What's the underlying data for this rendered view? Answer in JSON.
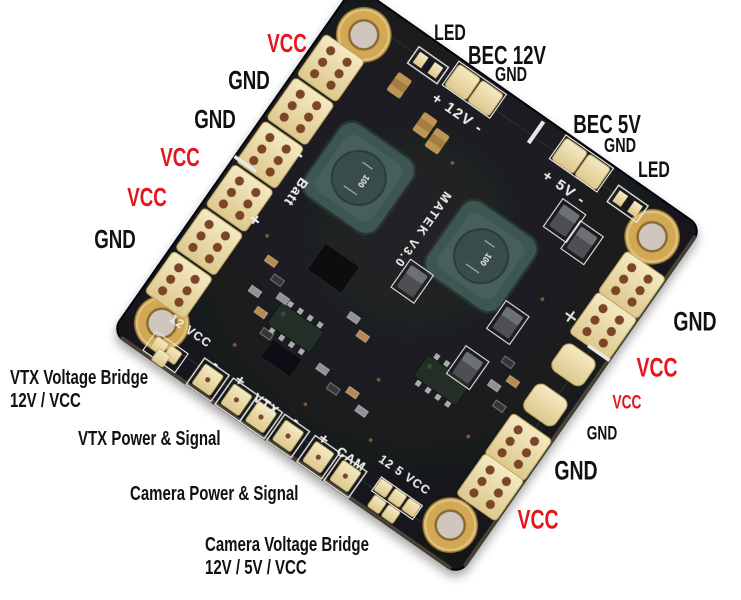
{
  "annotations": {
    "left": [
      {
        "text": "VCC"
      },
      {
        "text": "GND"
      },
      {
        "text": "GND"
      },
      {
        "text": "VCC"
      },
      {
        "text": "VCC"
      },
      {
        "text": "GND"
      }
    ],
    "top": [
      {
        "text": "LED"
      },
      {
        "text": "BEC 12V"
      },
      {
        "text": "GND"
      },
      {
        "text": "BEC 5V"
      },
      {
        "text": "GND"
      },
      {
        "text": "LED"
      }
    ],
    "right": [
      {
        "text": "GND"
      },
      {
        "text": "VCC"
      },
      {
        "text": "VCC"
      },
      {
        "text": "GND"
      },
      {
        "text": "GND"
      },
      {
        "text": "VCC"
      }
    ],
    "bottom_blocks": [
      {
        "line1": "VTX Voltage Bridge",
        "line2": "12V / VCC"
      },
      {
        "line1": "VTX Power & Signal"
      },
      {
        "line1": "Camera Power & Signal"
      },
      {
        "line1": "Camera Voltage Bridge",
        "line2": "12V / 5V / VCC"
      }
    ]
  },
  "silkscreen": {
    "bec12v": "+ 12V -",
    "bec5v": "+ 5V -",
    "matek": "MATEK V3.0",
    "batt": "Batt",
    "vtx": "VTX",
    "cam": "CAM",
    "bridge_vtx": "12 VCC",
    "bridge_cam": "12 5 VCC",
    "plus": "+",
    "minus": "-",
    "inductor_marking": "100"
  },
  "colors": {
    "background": "#ffffff",
    "vcc_red": "#e4161d",
    "label_black": "#111111",
    "board_black": "#1a1b1e",
    "pad_gold": "#ead9a4",
    "silk_white": "#ededeb"
  }
}
